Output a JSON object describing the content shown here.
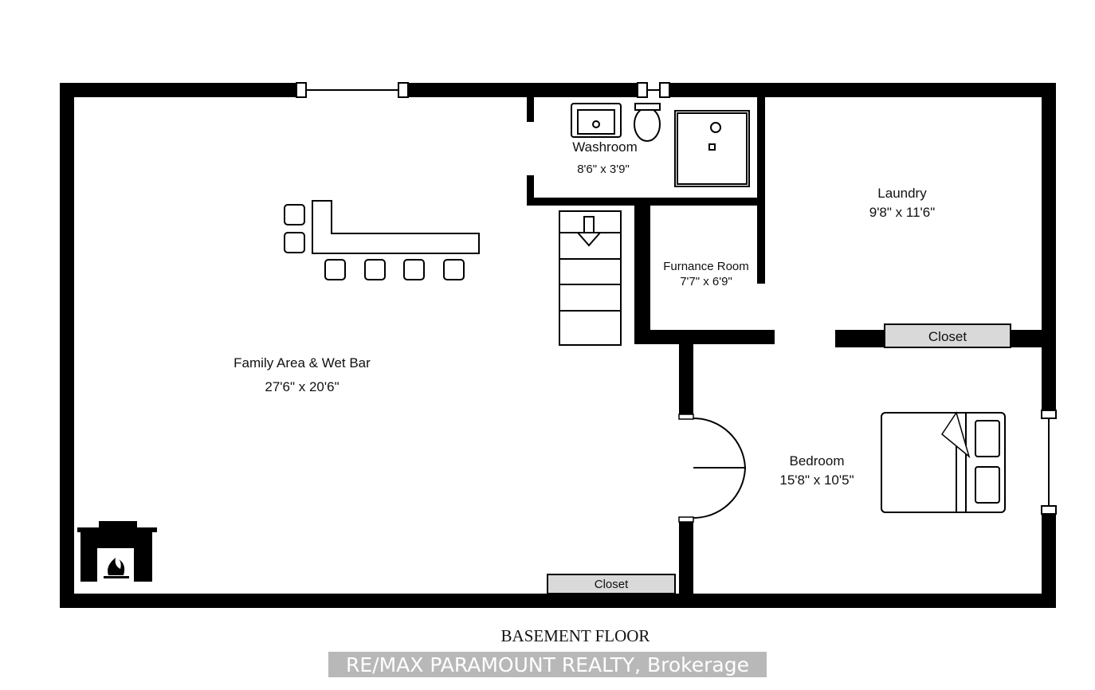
{
  "floor_title": "BASEMENT FLOOR",
  "watermark": "RE/MAX PARAMOUNT REALTY, Brokerage",
  "rooms": [
    {
      "name": "Family Area & Wet Bar",
      "size": "27'6\" x 20'6\""
    },
    {
      "name": "Washroom",
      "size": "8'6\" x 3'9\""
    },
    {
      "name": "Laundry",
      "size": "9'8\" x 11'6\""
    },
    {
      "name": "Furnance Room",
      "size": "7'7\" x 6'9\""
    },
    {
      "name": "Bedroom",
      "size": "15'8\" x 10'5\""
    }
  ],
  "closets": [
    "Closet",
    "Closet"
  ],
  "colors": {
    "wall": "#000000",
    "closet_fill": "#d9d9d9"
  }
}
